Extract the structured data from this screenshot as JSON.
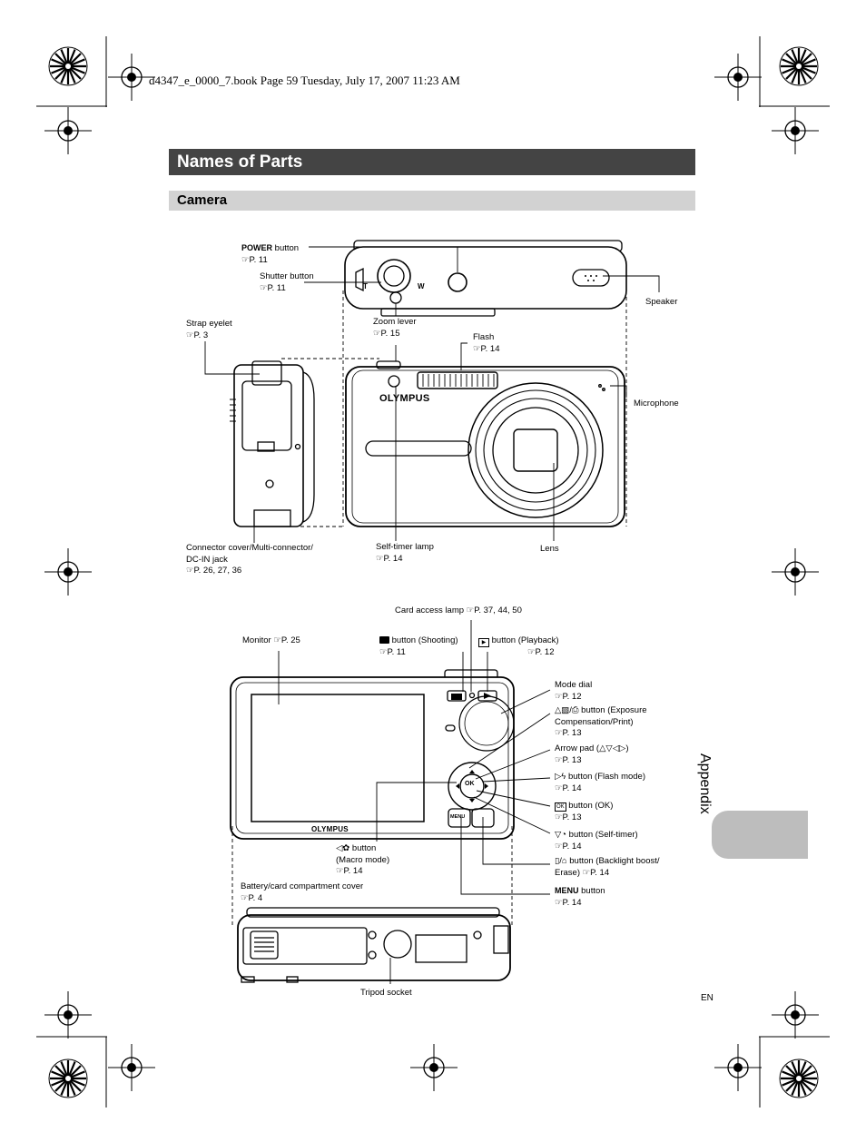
{
  "file_header": "d4347_e_0000_7.book  Page 59  Tuesday, July 17, 2007  11:23 AM",
  "title": "Names of Parts",
  "section": "Camera",
  "side_tab": "Appendix",
  "page_lang": "EN",
  "brand_logo": "OLYMPUS",
  "ref_symbol": "☞",
  "labels": {
    "power": {
      "name": "POWER",
      "text": " button",
      "ref": "P. 11"
    },
    "shutter": {
      "text": "Shutter button",
      "ref": "P. 11"
    },
    "speaker": {
      "text": "Speaker"
    },
    "strap": {
      "text": "Strap eyelet",
      "ref": "P. 3"
    },
    "zoom": {
      "text": "Zoom lever",
      "ref": "P. 15"
    },
    "flash": {
      "text": "Flash",
      "ref": "P. 14"
    },
    "microphone": {
      "text": "Microphone"
    },
    "connector": {
      "line1": "Connector cover/Multi-connector/",
      "line2": "DC-IN jack",
      "ref": "P. 26, 27, 36"
    },
    "selftimer_lamp": {
      "text": "Self-timer lamp",
      "ref": "P. 14"
    },
    "lens": {
      "text": "Lens"
    },
    "card_access": {
      "text": "Card access lamp ",
      "ref": "P. 37, 44, 50"
    },
    "monitor": {
      "text": "Monitor ",
      "ref": "P. 25"
    },
    "shooting": {
      "text": " button (Shooting)",
      "ref": "P. 11"
    },
    "playback": {
      "text": " button (Playback)",
      "ref": "P. 12"
    },
    "mode_dial": {
      "text": "Mode dial",
      "ref": "P. 12"
    },
    "exposure": {
      "line1": " button (Exposure",
      "line2": "Compensation/Print)",
      "ref": "P. 13"
    },
    "arrow_pad": {
      "text": "Arrow pad (",
      "text_end": ")",
      "ref": "P. 13"
    },
    "flash_mode": {
      "text": " button (Flash mode)",
      "ref": "P. 14"
    },
    "ok": {
      "text": " button (OK)",
      "ref": "P. 13"
    },
    "self_timer": {
      "text": " button (Self-timer)",
      "ref": "P. 14"
    },
    "backlight": {
      "line1": " button (Backlight boost/",
      "line2": "Erase) ",
      "ref": "P. 14"
    },
    "menu": {
      "name": "MENU",
      "text": " button",
      "ref": "P. 14"
    },
    "macro": {
      "line1": " button",
      "line2": "(Macro mode)",
      "ref": "P. 14"
    },
    "battery": {
      "text": "Battery/card compartment cover",
      "ref": "P. 4"
    },
    "tripod": {
      "text": "Tripod socket"
    }
  },
  "camera_buttons": {
    "ok": "OK",
    "menu": "MENU"
  },
  "colors": {
    "title_bg": "#444444",
    "sub_bg": "#d2d2d2",
    "tab_bg": "#bdbdbd"
  }
}
